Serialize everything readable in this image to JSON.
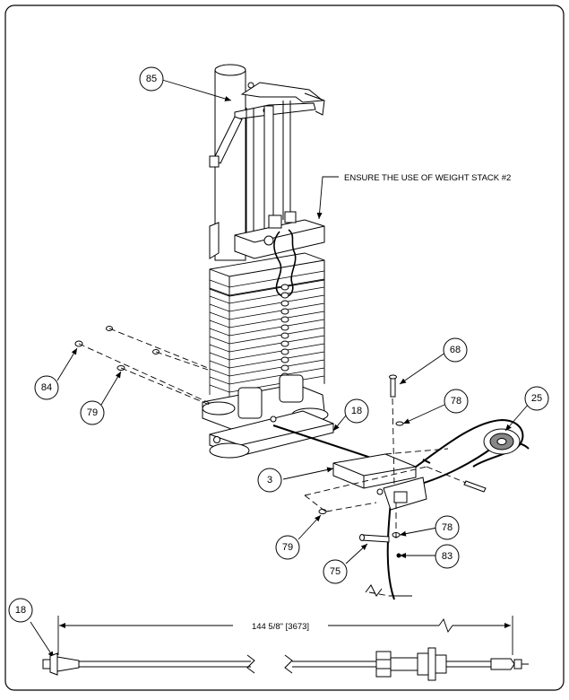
{
  "note": "ENSURE THE USE OF WEIGHT STACK #2",
  "dimension": "144 5/8\" [3673]",
  "callouts": {
    "c85": "85",
    "c84": "84",
    "c79a": "79",
    "c68": "68",
    "c78a": "78",
    "c25": "25",
    "c18a": "18",
    "c3": "3",
    "c79b": "79",
    "c78b": "78",
    "c83": "83",
    "c75": "75",
    "c18b": "18"
  }
}
